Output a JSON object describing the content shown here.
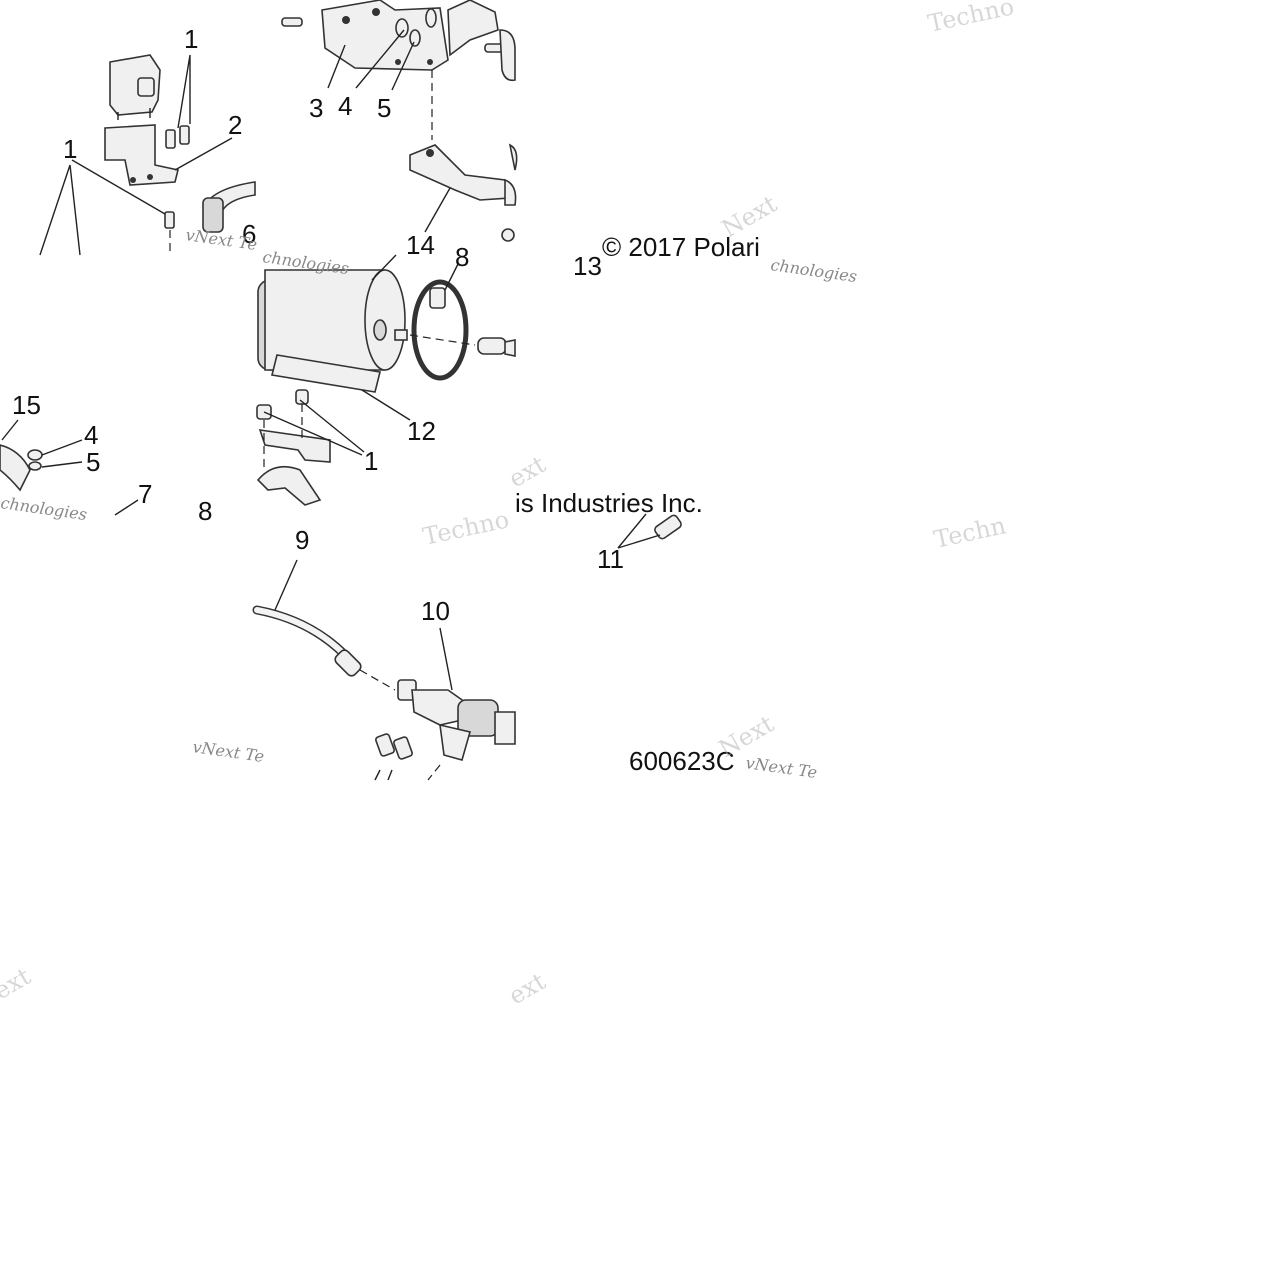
{
  "diagram": {
    "callouts": [
      {
        "id": "c1a",
        "text": "1"
      },
      {
        "id": "c2",
        "text": "2"
      },
      {
        "id": "c1b",
        "text": "1"
      },
      {
        "id": "c3",
        "text": "3"
      },
      {
        "id": "c4a",
        "text": "4"
      },
      {
        "id": "c5a",
        "text": "5"
      },
      {
        "id": "c6",
        "text": "6"
      },
      {
        "id": "c14",
        "text": "14"
      },
      {
        "id": "c8a",
        "text": "8"
      },
      {
        "id": "c13",
        "text": "13"
      },
      {
        "id": "c15",
        "text": "15"
      },
      {
        "id": "c4b",
        "text": "4"
      },
      {
        "id": "c5b",
        "text": "5"
      },
      {
        "id": "c7",
        "text": "7"
      },
      {
        "id": "c8b",
        "text": "8"
      },
      {
        "id": "c12",
        "text": "12"
      },
      {
        "id": "c1c",
        "text": "1"
      },
      {
        "id": "c9",
        "text": "9"
      },
      {
        "id": "c10",
        "text": "10"
      },
      {
        "id": "c11",
        "text": "11"
      }
    ],
    "copyright_a": "© 2017 Polari",
    "copyright_b": "is Industries Inc.",
    "figure_number": "600623C",
    "watermarks": {
      "techno": "Techno",
      "vnext": "vNext Te",
      "technologies": "chnologies",
      "next": "Next",
      "ext": "ext",
      "techn": "Techn"
    }
  }
}
